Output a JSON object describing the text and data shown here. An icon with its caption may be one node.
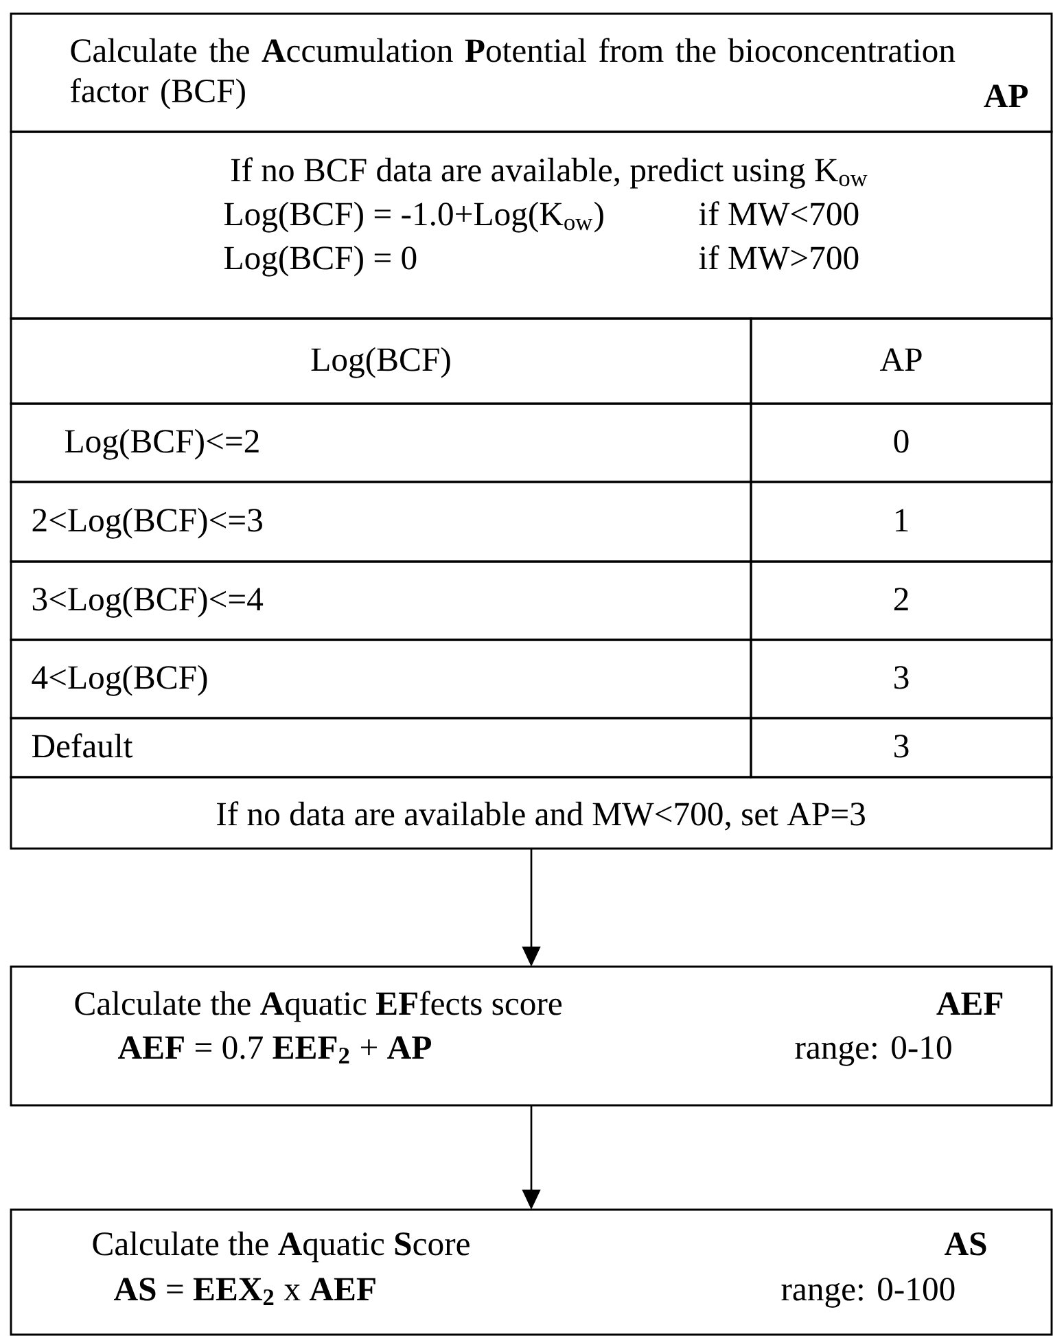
{
  "diagram": {
    "nodes": [
      {
        "text": [
          "Calculate the **A**ccumulation **P**otential from the bioconcentration factor (BCF)",
          "AP"
        ]
      },
      {
        "text": [
          "If no BCF data are available, predict using K$_{ow}$",
          "Log(BCF) = -1.0+Log(K$_{ow}$)",
          "if MW<700",
          "Log(BCF) = 0",
          "if MW>700"
        ]
      },
      {
        "text": [
          "If no data are available and MW<700, set  AP=3"
        ]
      },
      {
        "text": [
          "Calculate the **A**quatic **EF**fects score",
          "AEF",
          "**AEF** = 0.7 **EEF$_{2}$** + **AP**",
          "range: 0-10"
        ]
      },
      {
        "text": [
          "Calculate the **A**quatic **S**core",
          "AS",
          "**AS** = **EEX$_{2}$** x **AEF**",
          "range: 0-100"
        ]
      }
    ],
    "edges": [
      {
        "from": 2,
        "to": 3,
        "arrow": "to"
      },
      {
        "from": 3,
        "to": 4,
        "arrow": "to"
      }
    ],
    "labels": [
      "Log(BCF)",
      "AP",
      "Log(BCF)<=2",
      "0",
      "2<Log(BCF)<=3",
      "1",
      "3<Log(BCF)<=4",
      "2",
      "4<Log(BCF)",
      "3",
      "Default",
      "3"
    ]
  }
}
